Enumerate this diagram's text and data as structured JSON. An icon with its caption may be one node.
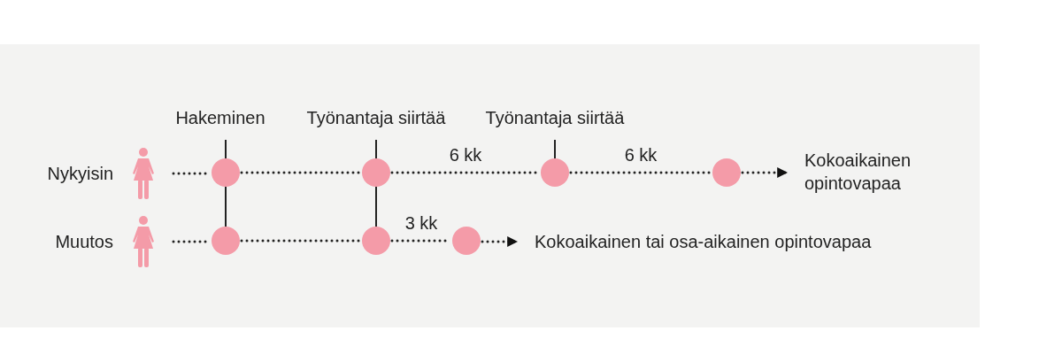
{
  "diagram": {
    "nodes": [
      {
        "text": [
          "Hakeminen"
        ]
      },
      {
        "text": [
          "Työnantaja siirtää"
        ]
      },
      {
        "text": [
          "Työnantaja siirtää"
        ]
      },
      {
        "text": [],
        "shape": "person",
        "beside": [
          "Nykyisin"
        ]
      },
      {
        "text": [],
        "shape": "circle"
      },
      {
        "text": [],
        "shape": "circle"
      },
      {
        "text": [],
        "shape": "circle"
      },
      {
        "text": [],
        "shape": "circle"
      },
      {
        "text": [
          "Kokoaikainen opintovapaa"
        ]
      },
      {
        "text": [],
        "shape": "person",
        "beside": [
          "Muutos"
        ]
      },
      {
        "text": [],
        "shape": "circle"
      },
      {
        "text": [],
        "shape": "circle"
      },
      {
        "text": [],
        "shape": "circle"
      },
      {
        "text": [
          "Kokoaikainen tai osa-aikainen opintovapaa"
        ]
      }
    ],
    "edges": [
      {
        "from": 3,
        "to": 4,
        "arrow": "none",
        "style": "dashed"
      },
      {
        "from": 4,
        "to": 5,
        "arrow": "none",
        "style": "dashed"
      },
      {
        "from": 5,
        "to": 6,
        "arrow": "none",
        "style": "dashed",
        "label": "6 kk"
      },
      {
        "from": 6,
        "to": 7,
        "arrow": "none",
        "style": "dashed",
        "label": "6 kk"
      },
      {
        "from": 7,
        "to": 8,
        "arrow": "to",
        "style": "dashed"
      },
      {
        "from": 9,
        "to": 10,
        "arrow": "none",
        "style": "dashed"
      },
      {
        "from": 10,
        "to": 11,
        "arrow": "none",
        "style": "dashed"
      },
      {
        "from": 11,
        "to": 12,
        "arrow": "none",
        "style": "dashed",
        "label": "3 kk"
      },
      {
        "from": 12,
        "to": 13,
        "arrow": "to",
        "style": "dashed"
      },
      {
        "from": 0,
        "to": 4,
        "arrow": "none"
      },
      {
        "from": 4,
        "to": 10,
        "arrow": "none"
      },
      {
        "from": 1,
        "to": 5,
        "arrow": "none"
      },
      {
        "from": 5,
        "to": 11,
        "arrow": "none"
      },
      {
        "from": 2,
        "to": 6,
        "arrow": "none"
      }
    ]
  }
}
